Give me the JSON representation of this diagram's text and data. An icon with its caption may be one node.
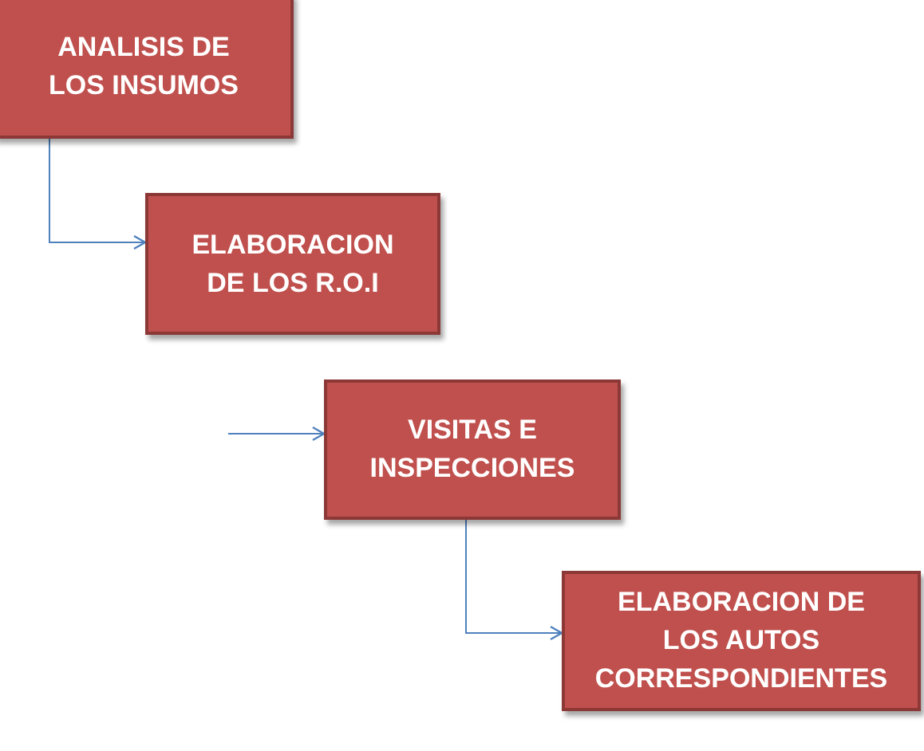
{
  "diagram": {
    "nodes": [
      {
        "text": [
          "ANALISIS DE LOS INSUMOS"
        ]
      },
      {
        "text": [
          "ELABORACION DE LOS R.O.I"
        ]
      },
      {
        "text": [
          "VISITAS E INSPECCIONES"
        ]
      },
      {
        "text": [
          "ELABORACION DE LOS AUTOS CORRESPONDIENTES"
        ]
      }
    ],
    "edges": [
      {
        "from": 0,
        "to": 1,
        "arrow": "to"
      },
      {
        "from": null,
        "to": 2,
        "arrow": "to"
      },
      {
        "from": 2,
        "to": 3,
        "arrow": "to"
      }
    ]
  }
}
